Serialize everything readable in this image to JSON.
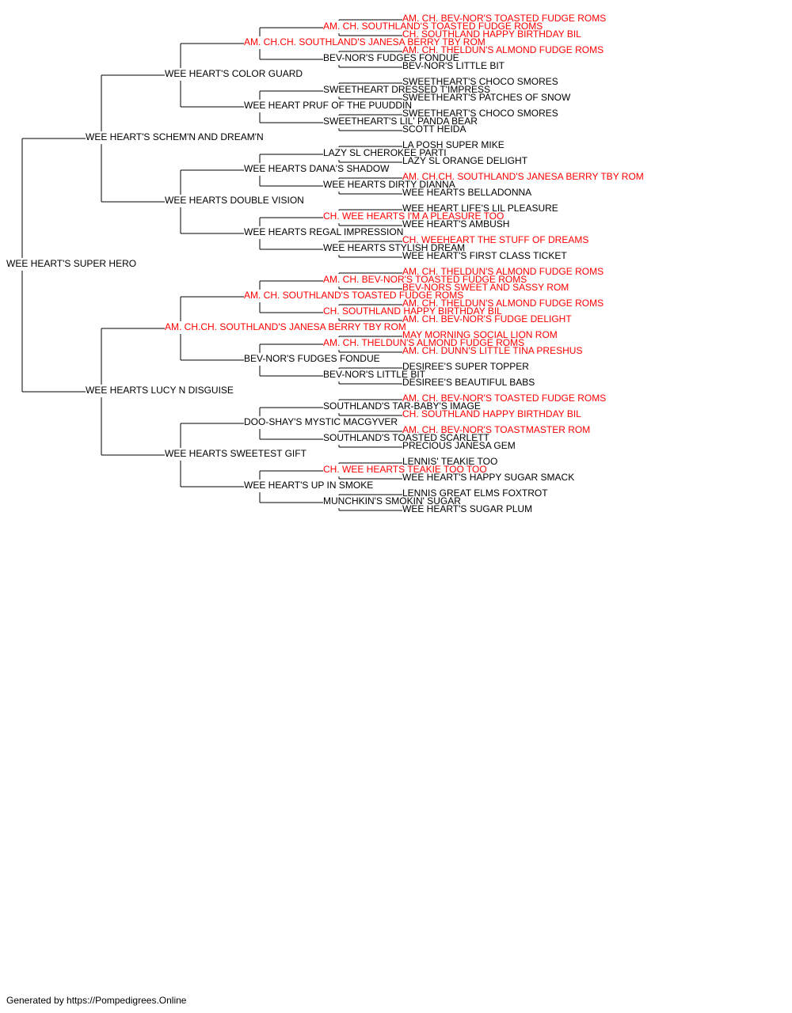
{
  "colors": {
    "champion": "#ff0000",
    "regular": "#000000",
    "line": "#000000"
  },
  "footer": "Generated by https://Pompedigrees.Online",
  "pedigree": {
    "name": "WEE HEART'S SUPER HERO",
    "champion": false,
    "sire": {
      "name": "WEE HEART'S SCHEM'N AND DREAM'N",
      "champion": false,
      "sire": {
        "name": "WEE HEART'S COLOR GUARD",
        "champion": false,
        "sire": {
          "name": "AM. CH.CH. SOUTHLAND'S JANESA BERRY TBY ROM",
          "champion": true,
          "sire": {
            "name": "AM. CH. SOUTHLAND'S TOASTED FUDGE ROMS",
            "champion": true,
            "sire": {
              "name": "AM. CH. BEV-NOR'S TOASTED FUDGE ROMS",
              "champion": true
            },
            "dam": {
              "name": "CH. SOUTHLAND HAPPY BIRTHDAY BIL",
              "champion": true
            }
          },
          "dam": {
            "name": "BEV-NOR'S FUDGES FONDUE",
            "champion": false,
            "sire": {
              "name": "AM. CH. THELDUN'S ALMOND FUDGE ROMS",
              "champion": true
            },
            "dam": {
              "name": "BEV-NOR'S LITTLE BIT",
              "champion": false
            }
          }
        },
        "dam": {
          "name": "WEE HEART PRUF OF THE PUUDDIN",
          "champion": false,
          "sire": {
            "name": "SWEETHEART DRESSED T'IMPRESS",
            "champion": false,
            "sire": {
              "name": "SWEETHEART'S CHOCO SMORES",
              "champion": false
            },
            "dam": {
              "name": "SWEETHEART'S PATCHES OF SNOW",
              "champion": false
            }
          },
          "dam": {
            "name": "SWEETHEART'S LIL' PANDA BEAR",
            "champion": false,
            "sire": {
              "name": "SWEETHEART'S CHOCO SMORES",
              "champion": false
            },
            "dam": {
              "name": "SCOTT HEIDA",
              "champion": false
            }
          }
        }
      },
      "dam": {
        "name": "WEE HEARTS DOUBLE VISION",
        "champion": false,
        "sire": {
          "name": "WEE HEARTS DANA'S SHADOW",
          "champion": false,
          "sire": {
            "name": "LAZY SL CHEROKEE PARTI",
            "champion": false,
            "sire": {
              "name": "LA POSH SUPER MIKE",
              "champion": false
            },
            "dam": {
              "name": "LAZY SL ORANGE DELIGHT",
              "champion": false
            }
          },
          "dam": {
            "name": "WEE HEARTS DIRTY DIANNA",
            "champion": false,
            "sire": {
              "name": "AM. CH.CH. SOUTHLAND'S JANESA BERRY TBY ROM",
              "champion": true
            },
            "dam": {
              "name": "WEE HEARTS BELLADONNA",
              "champion": false
            }
          }
        },
        "dam": {
          "name": "WEE HEARTS REGAL IMPRESSION",
          "champion": false,
          "sire": {
            "name": "CH. WEE HEARTS I'M A PLEASURE TOO",
            "champion": true,
            "sire": {
              "name": "WEE HEART LIFE'S LIL PLEASURE",
              "champion": false
            },
            "dam": {
              "name": "WEE HEART'S AMBUSH",
              "champion": false
            }
          },
          "dam": {
            "name": "WEE HEARTS STYLISH DREAM",
            "champion": false,
            "sire": {
              "name": "CH. WEEHEART THE STUFF OF DREAMS",
              "champion": true
            },
            "dam": {
              "name": "WEE HEART'S FIRST CLASS TICKET",
              "champion": false
            }
          }
        }
      }
    },
    "dam": {
      "name": "WEE HEARTS LUCY N DISGUISE",
      "champion": false,
      "sire": {
        "name": "AM. CH.CH. SOUTHLAND'S JANESA BERRY TBY ROM",
        "champion": true,
        "sire": {
          "name": "AM. CH. SOUTHLAND'S TOASTED FUDGE ROMS",
          "champion": true,
          "sire": {
            "name": "AM. CH. BEV-NOR'S TOASTED FUDGE ROMS",
            "champion": true,
            "sire": {
              "name": "AM. CH. THELDUN'S ALMOND FUDGE ROMS",
              "champion": true
            },
            "dam": {
              "name": "BEV-NORS SWEET AND SASSY ROM",
              "champion": true
            }
          },
          "dam": {
            "name": "CH. SOUTHLAND HAPPY BIRTHDAY BIL",
            "champion": true,
            "sire": {
              "name": "AM. CH. THELDUN'S ALMOND FUDGE ROMS",
              "champion": true
            },
            "dam": {
              "name": "AM. CH. BEV-NOR'S FUDGE DELIGHT",
              "champion": true
            }
          }
        },
        "dam": {
          "name": "BEV-NOR'S FUDGES FONDUE",
          "champion": false,
          "sire": {
            "name": "AM. CH. THELDUN'S ALMOND FUDGE ROMS",
            "champion": true,
            "sire": {
              "name": "MAY MORNING SOCIAL LION ROM",
              "champion": true
            },
            "dam": {
              "name": "AM. CH. DUNN'S LITTLE TINA PRESHUS",
              "champion": true
            }
          },
          "dam": {
            "name": "BEV-NOR'S LITTLE BIT",
            "champion": false,
            "sire": {
              "name": "DESIREE'S SUPER TOPPER",
              "champion": false
            },
            "dam": {
              "name": "DESIREE'S BEAUTIFUL BABS",
              "champion": false
            }
          }
        }
      },
      "dam": {
        "name": "WEE HEARTS SWEETEST GIFT",
        "champion": false,
        "sire": {
          "name": "DOO-SHAY'S MYSTIC MACGYVER",
          "champion": false,
          "sire": {
            "name": "SOUTHLAND'S TAR-BABY'S IMAGE",
            "champion": false,
            "sire": {
              "name": "AM. CH. BEV-NOR'S TOASTED FUDGE ROMS",
              "champion": true
            },
            "dam": {
              "name": "CH. SOUTHLAND HAPPY BIRTHDAY BIL",
              "champion": true
            }
          },
          "dam": {
            "name": "SOUTHLAND'S TOASTED SCARLETT",
            "champion": false,
            "sire": {
              "name": "AM. CH. BEV-NOR'S TOASTMASTER ROM",
              "champion": true
            },
            "dam": {
              "name": "PRECIOUS JANESA GEM",
              "champion": false
            }
          }
        },
        "dam": {
          "name": "WEE HEART'S UP IN SMOKE",
          "champion": false,
          "sire": {
            "name": "CH. WEE HEARTS TEAKIE TOO TOO",
            "champion": true,
            "sire": {
              "name": "LENNIS' TEAKIE TOO",
              "champion": false
            },
            "dam": {
              "name": "WEE HEART'S HAPPY SUGAR SMACK",
              "champion": false
            }
          },
          "dam": {
            "name": "MUNCHKIN'S SMOKIN' SUGAR",
            "champion": false,
            "sire": {
              "name": "LENNIS GREAT ELMS FOXTROT",
              "champion": false
            },
            "dam": {
              "name": "WEE HEART'S SUGAR PLUM",
              "champion": false
            }
          }
        }
      }
    }
  }
}
